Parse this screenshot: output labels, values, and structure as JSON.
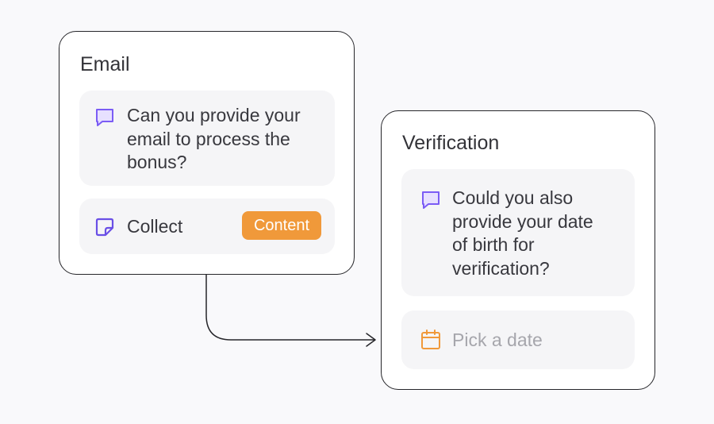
{
  "nodes": [
    {
      "title": "Email",
      "message": "Can you provide your email to process the bonus?",
      "message_lines": [
        "Can you provide your",
        "email to process the",
        "bonus?"
      ],
      "action": {
        "label": "Collect",
        "badge": "Content",
        "icon": "sticker-icon"
      },
      "message_icon": "chat-bubble-icon"
    },
    {
      "title": "Verification",
      "message": "Could you also provide your date of birth for verification?",
      "message_lines": [
        "Could you also",
        "provide your date",
        "of birth for",
        "verification?"
      ],
      "input": {
        "placeholder": "Pick a date",
        "icon": "calendar-icon"
      },
      "message_icon": "chat-bubble-icon"
    }
  ],
  "edges": [
    {
      "from": "Email",
      "to": "Verification"
    }
  ],
  "colors": {
    "background": "#f9f9fb",
    "card_border": "#26262a",
    "block": "#f5f5f7",
    "message_icon": "#7b5cf5",
    "action_icon": "#6a4fe6",
    "badge": "#f0993a",
    "calendar_icon": "#f0993a",
    "placeholder": "#a6a6ac"
  }
}
